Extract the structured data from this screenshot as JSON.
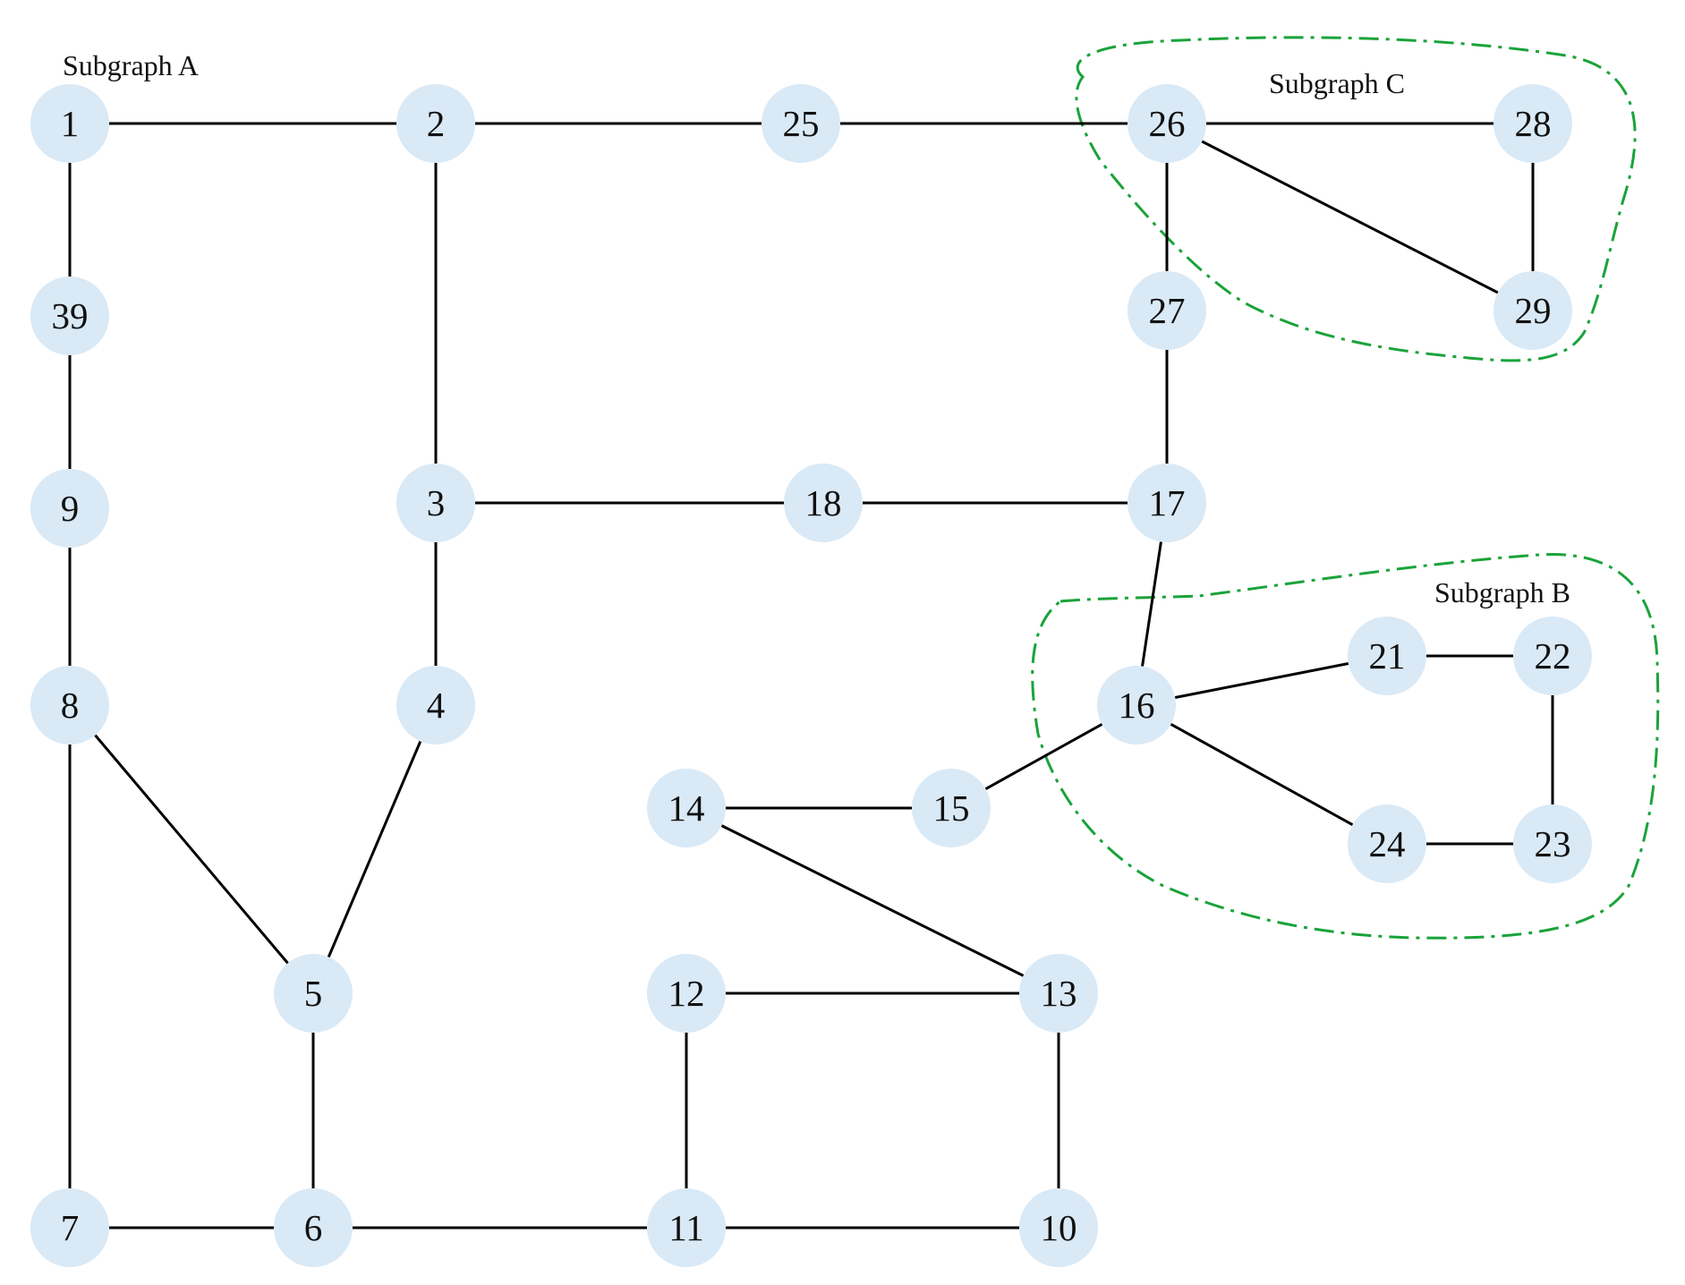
{
  "diagram": {
    "nodes": [
      "1",
      "2",
      "3",
      "4",
      "5",
      "6",
      "7",
      "8",
      "9",
      "10",
      "11",
      "12",
      "13",
      "14",
      "15",
      "16",
      "17",
      "18",
      "21",
      "22",
      "23",
      "24",
      "25",
      "26",
      "27",
      "28",
      "29",
      "39"
    ],
    "edges": [
      [
        "1",
        "2"
      ],
      [
        "2",
        "25"
      ],
      [
        "25",
        "26"
      ],
      [
        "26",
        "28"
      ],
      [
        "28",
        "29"
      ],
      [
        "26",
        "29"
      ],
      [
        "26",
        "27"
      ],
      [
        "27",
        "17"
      ],
      [
        "1",
        "39"
      ],
      [
        "39",
        "9"
      ],
      [
        "9",
        "8"
      ],
      [
        "8",
        "7"
      ],
      [
        "8",
        "5"
      ],
      [
        "2",
        "3"
      ],
      [
        "3",
        "4"
      ],
      [
        "4",
        "5"
      ],
      [
        "5",
        "6"
      ],
      [
        "3",
        "18"
      ],
      [
        "18",
        "17"
      ],
      [
        "17",
        "16"
      ],
      [
        "16",
        "21"
      ],
      [
        "21",
        "22"
      ],
      [
        "22",
        "23"
      ],
      [
        "23",
        "24"
      ],
      [
        "24",
        "16"
      ],
      [
        "16",
        "15"
      ],
      [
        "15",
        "14"
      ],
      [
        "14",
        "13"
      ],
      [
        "12",
        "13"
      ],
      [
        "12",
        "11"
      ],
      [
        "13",
        "10"
      ],
      [
        "7",
        "6"
      ],
      [
        "6",
        "11"
      ],
      [
        "11",
        "10"
      ]
    ],
    "groups": [
      {
        "id": "A",
        "label": "Subgraph A",
        "members": []
      },
      {
        "id": "B",
        "label": "Subgraph B",
        "members": [
          "16",
          "21",
          "22",
          "23",
          "24"
        ]
      },
      {
        "id": "C",
        "label": "Subgraph C",
        "members": [
          "26",
          "28",
          "29"
        ]
      }
    ],
    "colors": {
      "node_fill": "#d9e9f6",
      "edge": "#000000",
      "group_boundary": "#1aa33a"
    }
  }
}
